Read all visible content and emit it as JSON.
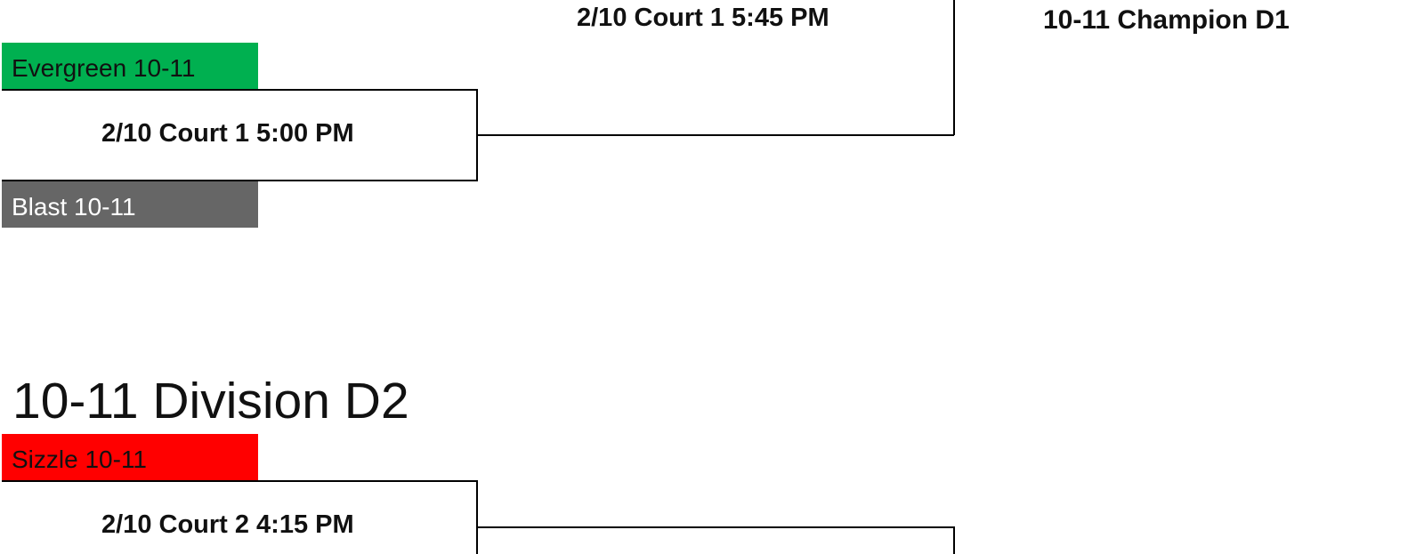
{
  "bracket_d1": {
    "final_game_label": "2/10 Court 1 5:45 PM",
    "champion_label": "10-11 Champion D1",
    "match": {
      "game_label": "2/10 Court 1 5:00 PM",
      "team_top": {
        "name": "Evergreen 10-11",
        "color": "#00b050"
      },
      "team_bottom": {
        "name": "Blast 10-11",
        "color": "#666666"
      }
    }
  },
  "bracket_d2": {
    "title": "10-11 Division D2",
    "match": {
      "game_label": "2/10 Court 2 4:15 PM",
      "team_top": {
        "name": "Sizzle 10-11",
        "color": "#ff0000"
      }
    }
  }
}
